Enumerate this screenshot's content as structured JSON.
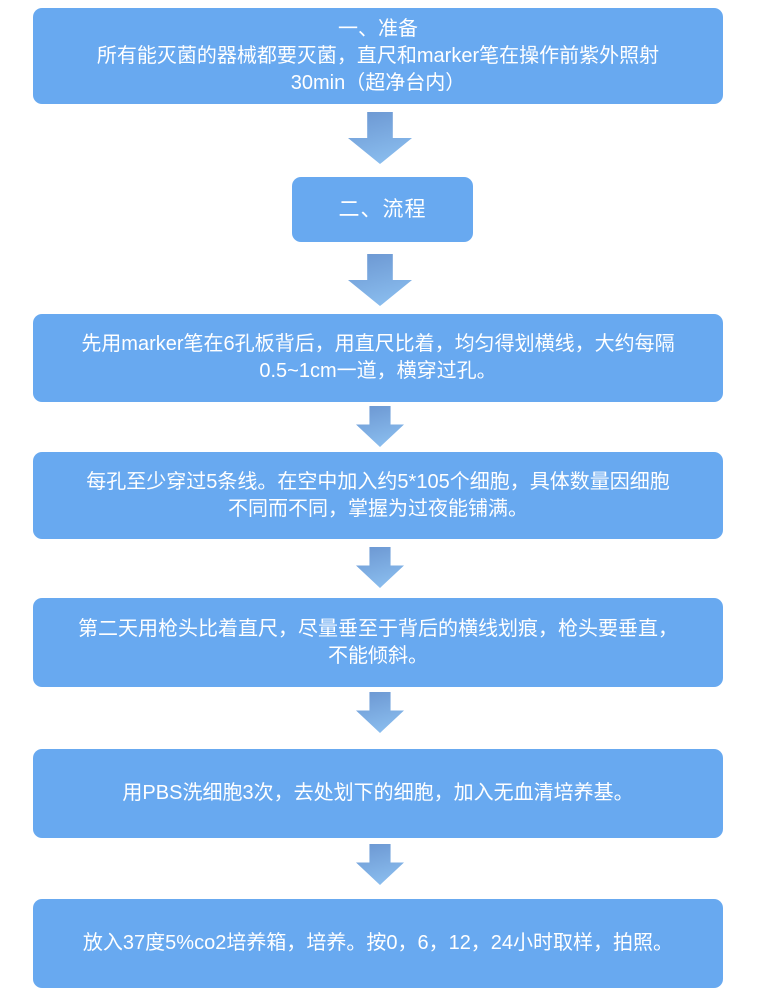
{
  "theme": {
    "box_fill": "#68a9f0",
    "arrow_from": "#6b96d1",
    "arrow_to": "#8ec2f2",
    "text": "#ffffff"
  },
  "flow": {
    "type": "vertical-flowchart",
    "steps": [
      {
        "id": "prepare",
        "lines": [
          "一、准备",
          "所有能灭菌的器械都要灭菌，直尺和marker笔在操作前紫外照射",
          "30min（超净台内）"
        ]
      },
      {
        "id": "process-header",
        "lines": [
          "二、流程"
        ]
      },
      {
        "id": "draw-lines",
        "lines": [
          "先用marker笔在6孔板背后，用直尺比着，均匀得划横线，大约每隔",
          "0.5~1cm一道，横穿过孔。"
        ]
      },
      {
        "id": "seed-cells",
        "lines": [
          "每孔至少穿过5条线。在空中加入约5*105个细胞，具体数量因细胞",
          "不同而不同，掌握为过夜能铺满。"
        ]
      },
      {
        "id": "scratch",
        "lines": [
          "第二天用枪头比着直尺，尽量垂至于背后的横线划痕，枪头要垂直，",
          "不能倾斜。"
        ]
      },
      {
        "id": "wash-pbs",
        "lines": [
          "用PBS洗细胞3次，去处划下的细胞，加入无血清培养基。"
        ]
      },
      {
        "id": "incubate-photo",
        "lines": [
          "放入37度5%co2培养箱，培养。按0，6，12，24小时取样，拍照。"
        ]
      }
    ]
  }
}
